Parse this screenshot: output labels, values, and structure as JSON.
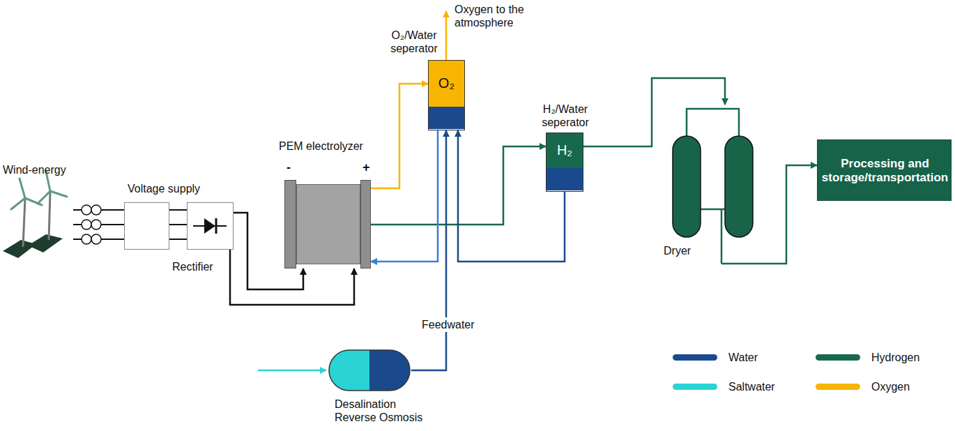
{
  "diagram": {
    "nodes": [
      {
        "text": [
          "Wind-energy"
        ]
      },
      {
        "text": [
          "Voltage supply"
        ]
      },
      {
        "text": [
          "Rectifier"
        ]
      },
      {
        "text": [
          "PEM electrolyzer"
        ]
      },
      {
        "text": [
          "O₂/Water seperator",
          "O₂"
        ]
      },
      {
        "text": [
          "H₂/Water seperator",
          "H₂"
        ]
      },
      {
        "text": [
          "Dryer"
        ]
      },
      {
        "text": [
          "Processing and storage/transportation"
        ]
      },
      {
        "text": [
          "Desalination Reverse Osmosis"
        ]
      }
    ],
    "edges": [
      {
        "from": 0,
        "to": 1,
        "arrow": "none"
      },
      {
        "from": 1,
        "to": 2,
        "arrow": "none"
      },
      {
        "from": 2,
        "to": 3,
        "arrow": "to"
      },
      {
        "from": 2,
        "to": 3,
        "arrow": "to"
      },
      {
        "from": 3,
        "to": 4,
        "arrow": "to"
      },
      {
        "from": 3,
        "to": 5,
        "arrow": "to"
      },
      {
        "from": 4,
        "to": 3,
        "arrow": "to"
      },
      {
        "from": 5,
        "to": 4,
        "arrow": "to"
      },
      {
        "from": 8,
        "to": 4,
        "arrow": "to"
      },
      {
        "from": 5,
        "to": 6,
        "arrow": "to"
      },
      {
        "from": 6,
        "to": 7,
        "arrow": "to"
      }
    ],
    "labels": [
      "Oxygen to the atmosphere",
      "-",
      "+",
      "Feedwater"
    ],
    "legend": [
      {
        "text": "Water",
        "color": "#1a4a8d"
      },
      {
        "text": "Hydrogen",
        "color": "#17694b"
      },
      {
        "text": "Saltwater",
        "color": "#2ad4d4"
      },
      {
        "text": "Oxygen",
        "color": "#f8b500"
      }
    ]
  }
}
